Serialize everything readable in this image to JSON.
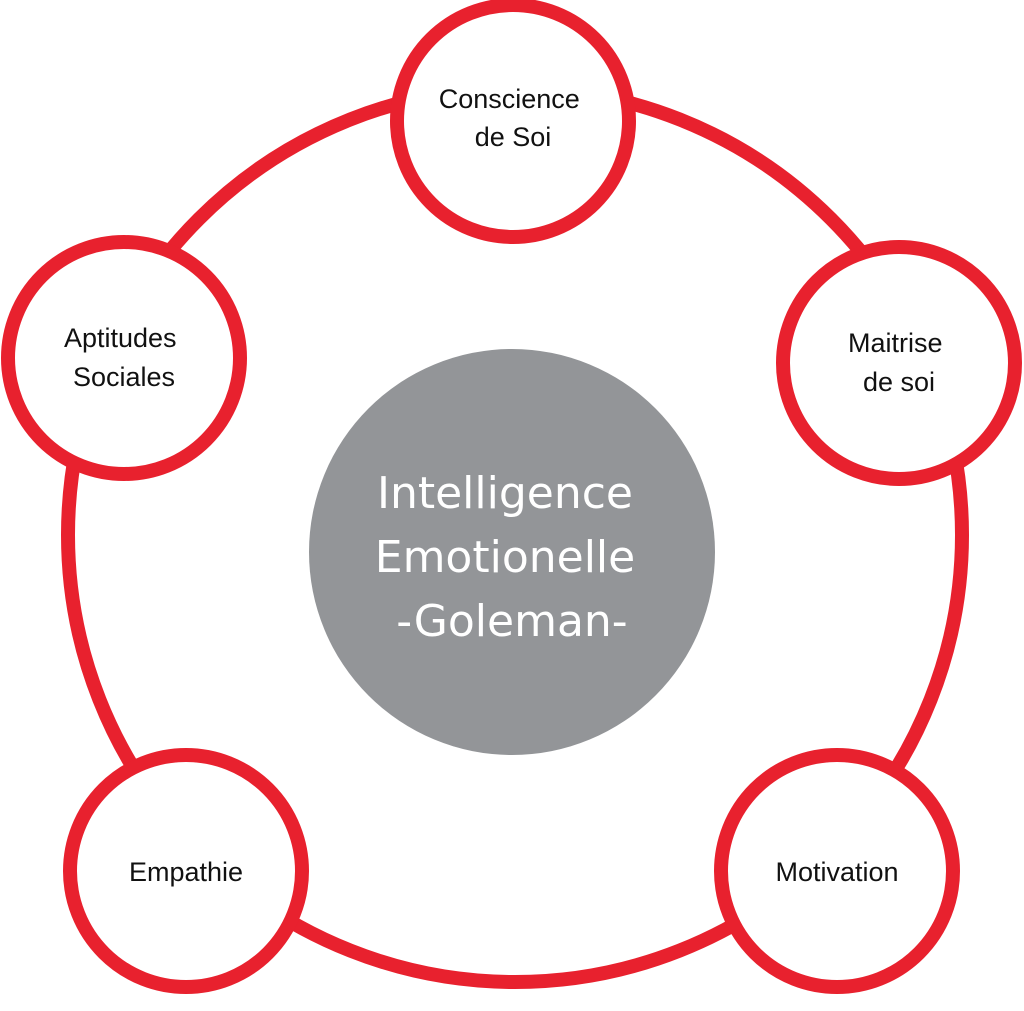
{
  "colors": {
    "ring": "#e8212e",
    "center_fill": "#939598",
    "center_text": "#ffffff",
    "node_text": "#111111",
    "background": "#ffffff"
  },
  "center": {
    "lines": [
      "Intelligence",
      "Emotionelle",
      "-Goleman-"
    ]
  },
  "nodes": [
    {
      "id": "conscience-de-soi",
      "lines": [
        "Conscience",
        "de Soi"
      ]
    },
    {
      "id": "maitrise-de-soi",
      "lines": [
        "Maitrise",
        "de soi"
      ]
    },
    {
      "id": "motivation",
      "lines": [
        "Motivation"
      ]
    },
    {
      "id": "empathie",
      "lines": [
        "Empathie"
      ]
    },
    {
      "id": "aptitudes-sociales",
      "lines": [
        "Aptitudes",
        "Sociales"
      ]
    }
  ]
}
